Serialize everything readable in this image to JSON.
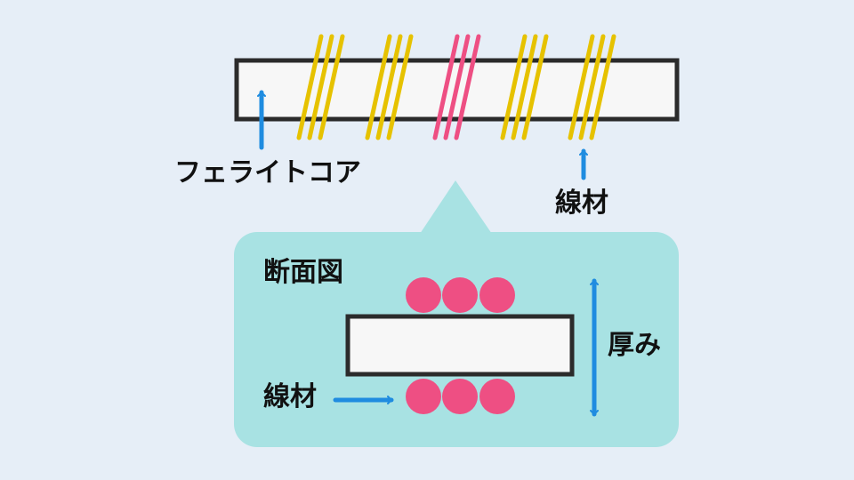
{
  "labels": {
    "ferrite_core": "フェライトコア",
    "wire_top": "線材",
    "cross_section": "断面図",
    "wire_bottom": "線材",
    "thickness": "厚み"
  },
  "colors": {
    "background": "#e6eef7",
    "callout_fill": "#a8e2e3",
    "core_fill": "#f7f7f7",
    "core_stroke": "#2b2b2b",
    "winding_yellow": "#e6c200",
    "winding_pink": "#ee4f83",
    "arrow_blue": "#1f8ce0",
    "wire_dot": "#ee4f83"
  }
}
